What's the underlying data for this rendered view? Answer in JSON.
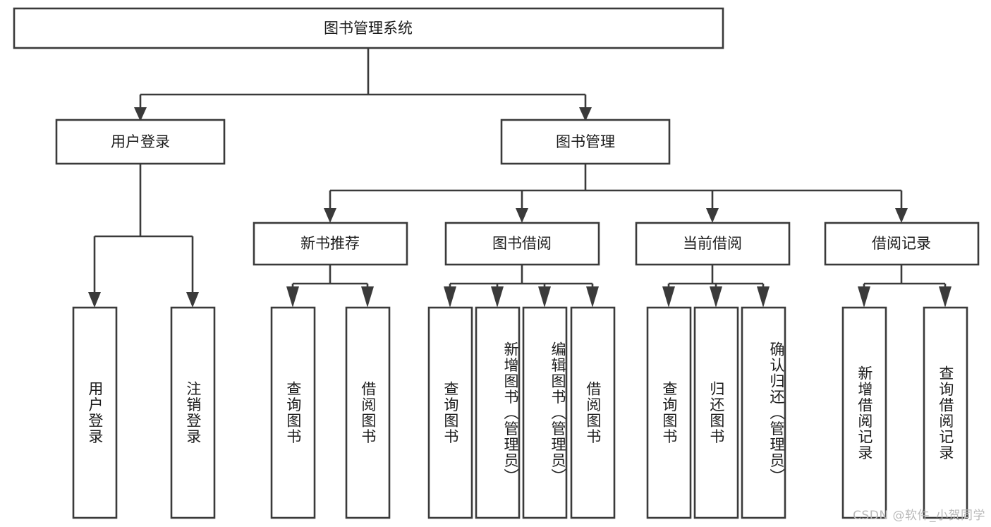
{
  "diagram": {
    "type": "tree-hierarchy",
    "title": "图书管理系统",
    "orientation": "top-down",
    "colors": {
      "box_fill": "#ffffff",
      "box_stroke": "#3a3a3a",
      "text": "#1c1c1c",
      "watermark": "#b9b9b9",
      "background": "#ffffff"
    },
    "root": {
      "label": "图书管理系统",
      "text_direction": "horizontal"
    },
    "level2": [
      {
        "label": "用户登录",
        "text_direction": "horizontal"
      },
      {
        "label": "图书管理",
        "text_direction": "horizontal"
      }
    ],
    "level3": [
      {
        "label": "新书推荐",
        "text_direction": "horizontal",
        "parent": "图书管理"
      },
      {
        "label": "图书借阅",
        "text_direction": "horizontal",
        "parent": "图书管理"
      },
      {
        "label": "当前借阅",
        "text_direction": "horizontal",
        "parent": "图书管理"
      },
      {
        "label": "借阅记录",
        "text_direction": "horizontal",
        "parent": "图书管理"
      }
    ],
    "leaves": {
      "用户登录": [
        {
          "label": "用户登录",
          "text_direction": "vertical"
        },
        {
          "label": "注销登录",
          "text_direction": "vertical"
        }
      ],
      "新书推荐": [
        {
          "label": "查询图书",
          "text_direction": "vertical"
        },
        {
          "label": "借阅图书",
          "text_direction": "vertical"
        }
      ],
      "图书借阅": [
        {
          "label": "查询图书",
          "text_direction": "vertical"
        },
        {
          "label": "新增图书（管理员）",
          "text_direction": "vertical"
        },
        {
          "label": "编辑图书（管理员）",
          "text_direction": "vertical"
        },
        {
          "label": "借阅图书",
          "text_direction": "vertical"
        }
      ],
      "当前借阅": [
        {
          "label": "查询图书",
          "text_direction": "vertical"
        },
        {
          "label": "归还图书",
          "text_direction": "vertical"
        },
        {
          "label": "确认归还（管理员）",
          "text_direction": "vertical"
        }
      ],
      "借阅记录": [
        {
          "label": "新增借阅记录",
          "text_direction": "vertical"
        },
        {
          "label": "查询借阅记录",
          "text_direction": "vertical"
        }
      ]
    }
  },
  "watermark": {
    "text": "CSDN @软件_小贺同学"
  }
}
